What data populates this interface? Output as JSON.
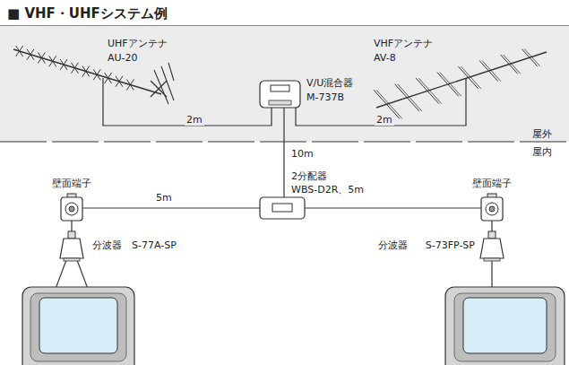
{
  "diagram": {
    "title": "■ VHF・UHFシステム例",
    "nodes": [
      {
        "text": [
          "UHFアンテナ",
          "AU-20"
        ]
      },
      {
        "text": [
          "V/U混合器",
          "M-737B"
        ]
      },
      {
        "text": [
          "VHFアンテナ",
          "AV-8"
        ]
      },
      {
        "text": [
          "壁面端子"
        ]
      },
      {
        "text": [
          "2分配器",
          "WBS-D2R、5m"
        ]
      },
      {
        "text": [
          "壁面端子"
        ]
      },
      {
        "text": [
          "分波器",
          "S-77A-SP"
        ]
      },
      {
        "text": [
          "分波器",
          "S-73FP-SP"
        ]
      }
    ],
    "edges": [
      {
        "from": 0,
        "to": 1,
        "label": "2m",
        "arrow": "none"
      },
      {
        "from": 2,
        "to": 1,
        "label": "2m",
        "arrow": "none"
      },
      {
        "from": 1,
        "to": 4,
        "label": "10m",
        "arrow": "none"
      },
      {
        "from": 4,
        "to": 3,
        "label": "5m",
        "arrow": "none"
      },
      {
        "from": 4,
        "to": 5,
        "arrow": "none"
      },
      {
        "from": 3,
        "to": 6,
        "arrow": "none"
      },
      {
        "from": 5,
        "to": 7,
        "arrow": "none"
      }
    ],
    "labels": [
      "屋外",
      "屋内"
    ]
  }
}
